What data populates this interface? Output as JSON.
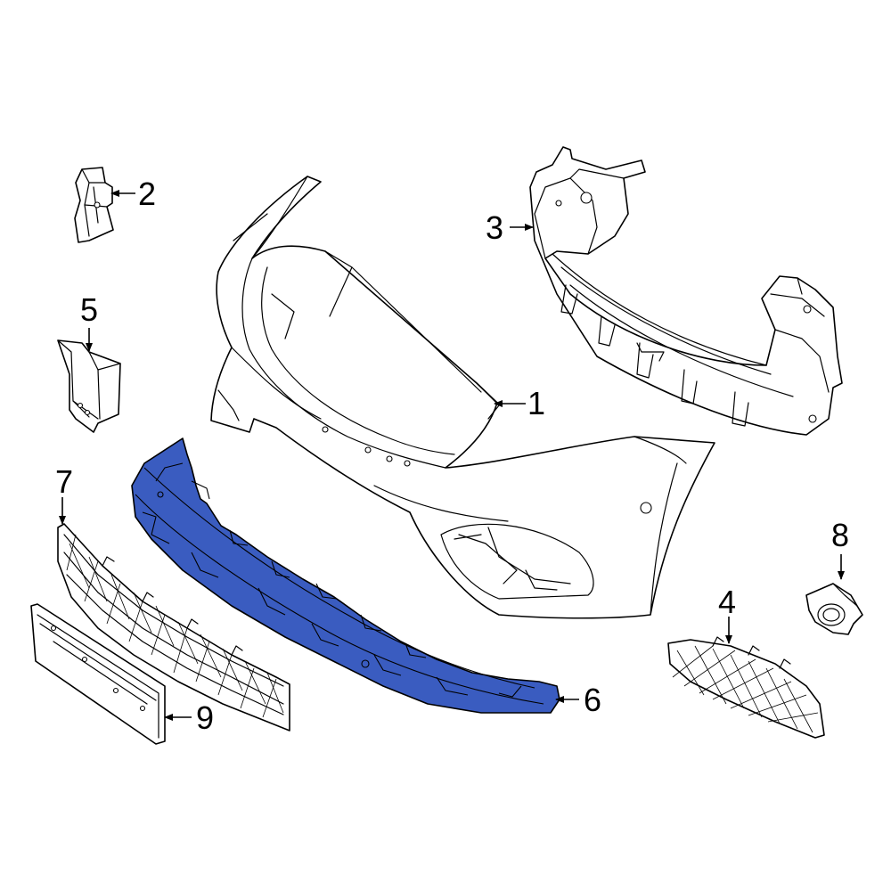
{
  "diagram": {
    "highlight_color": "#3A5CC0",
    "callouts": [
      {
        "id": "1",
        "label": "1"
      },
      {
        "id": "2",
        "label": "2"
      },
      {
        "id": "3",
        "label": "3"
      },
      {
        "id": "4",
        "label": "4"
      },
      {
        "id": "5",
        "label": "5"
      },
      {
        "id": "6",
        "label": "6"
      },
      {
        "id": "7",
        "label": "7"
      },
      {
        "id": "8",
        "label": "8"
      },
      {
        "id": "9",
        "label": "9"
      }
    ],
    "highlighted_part": "6"
  }
}
